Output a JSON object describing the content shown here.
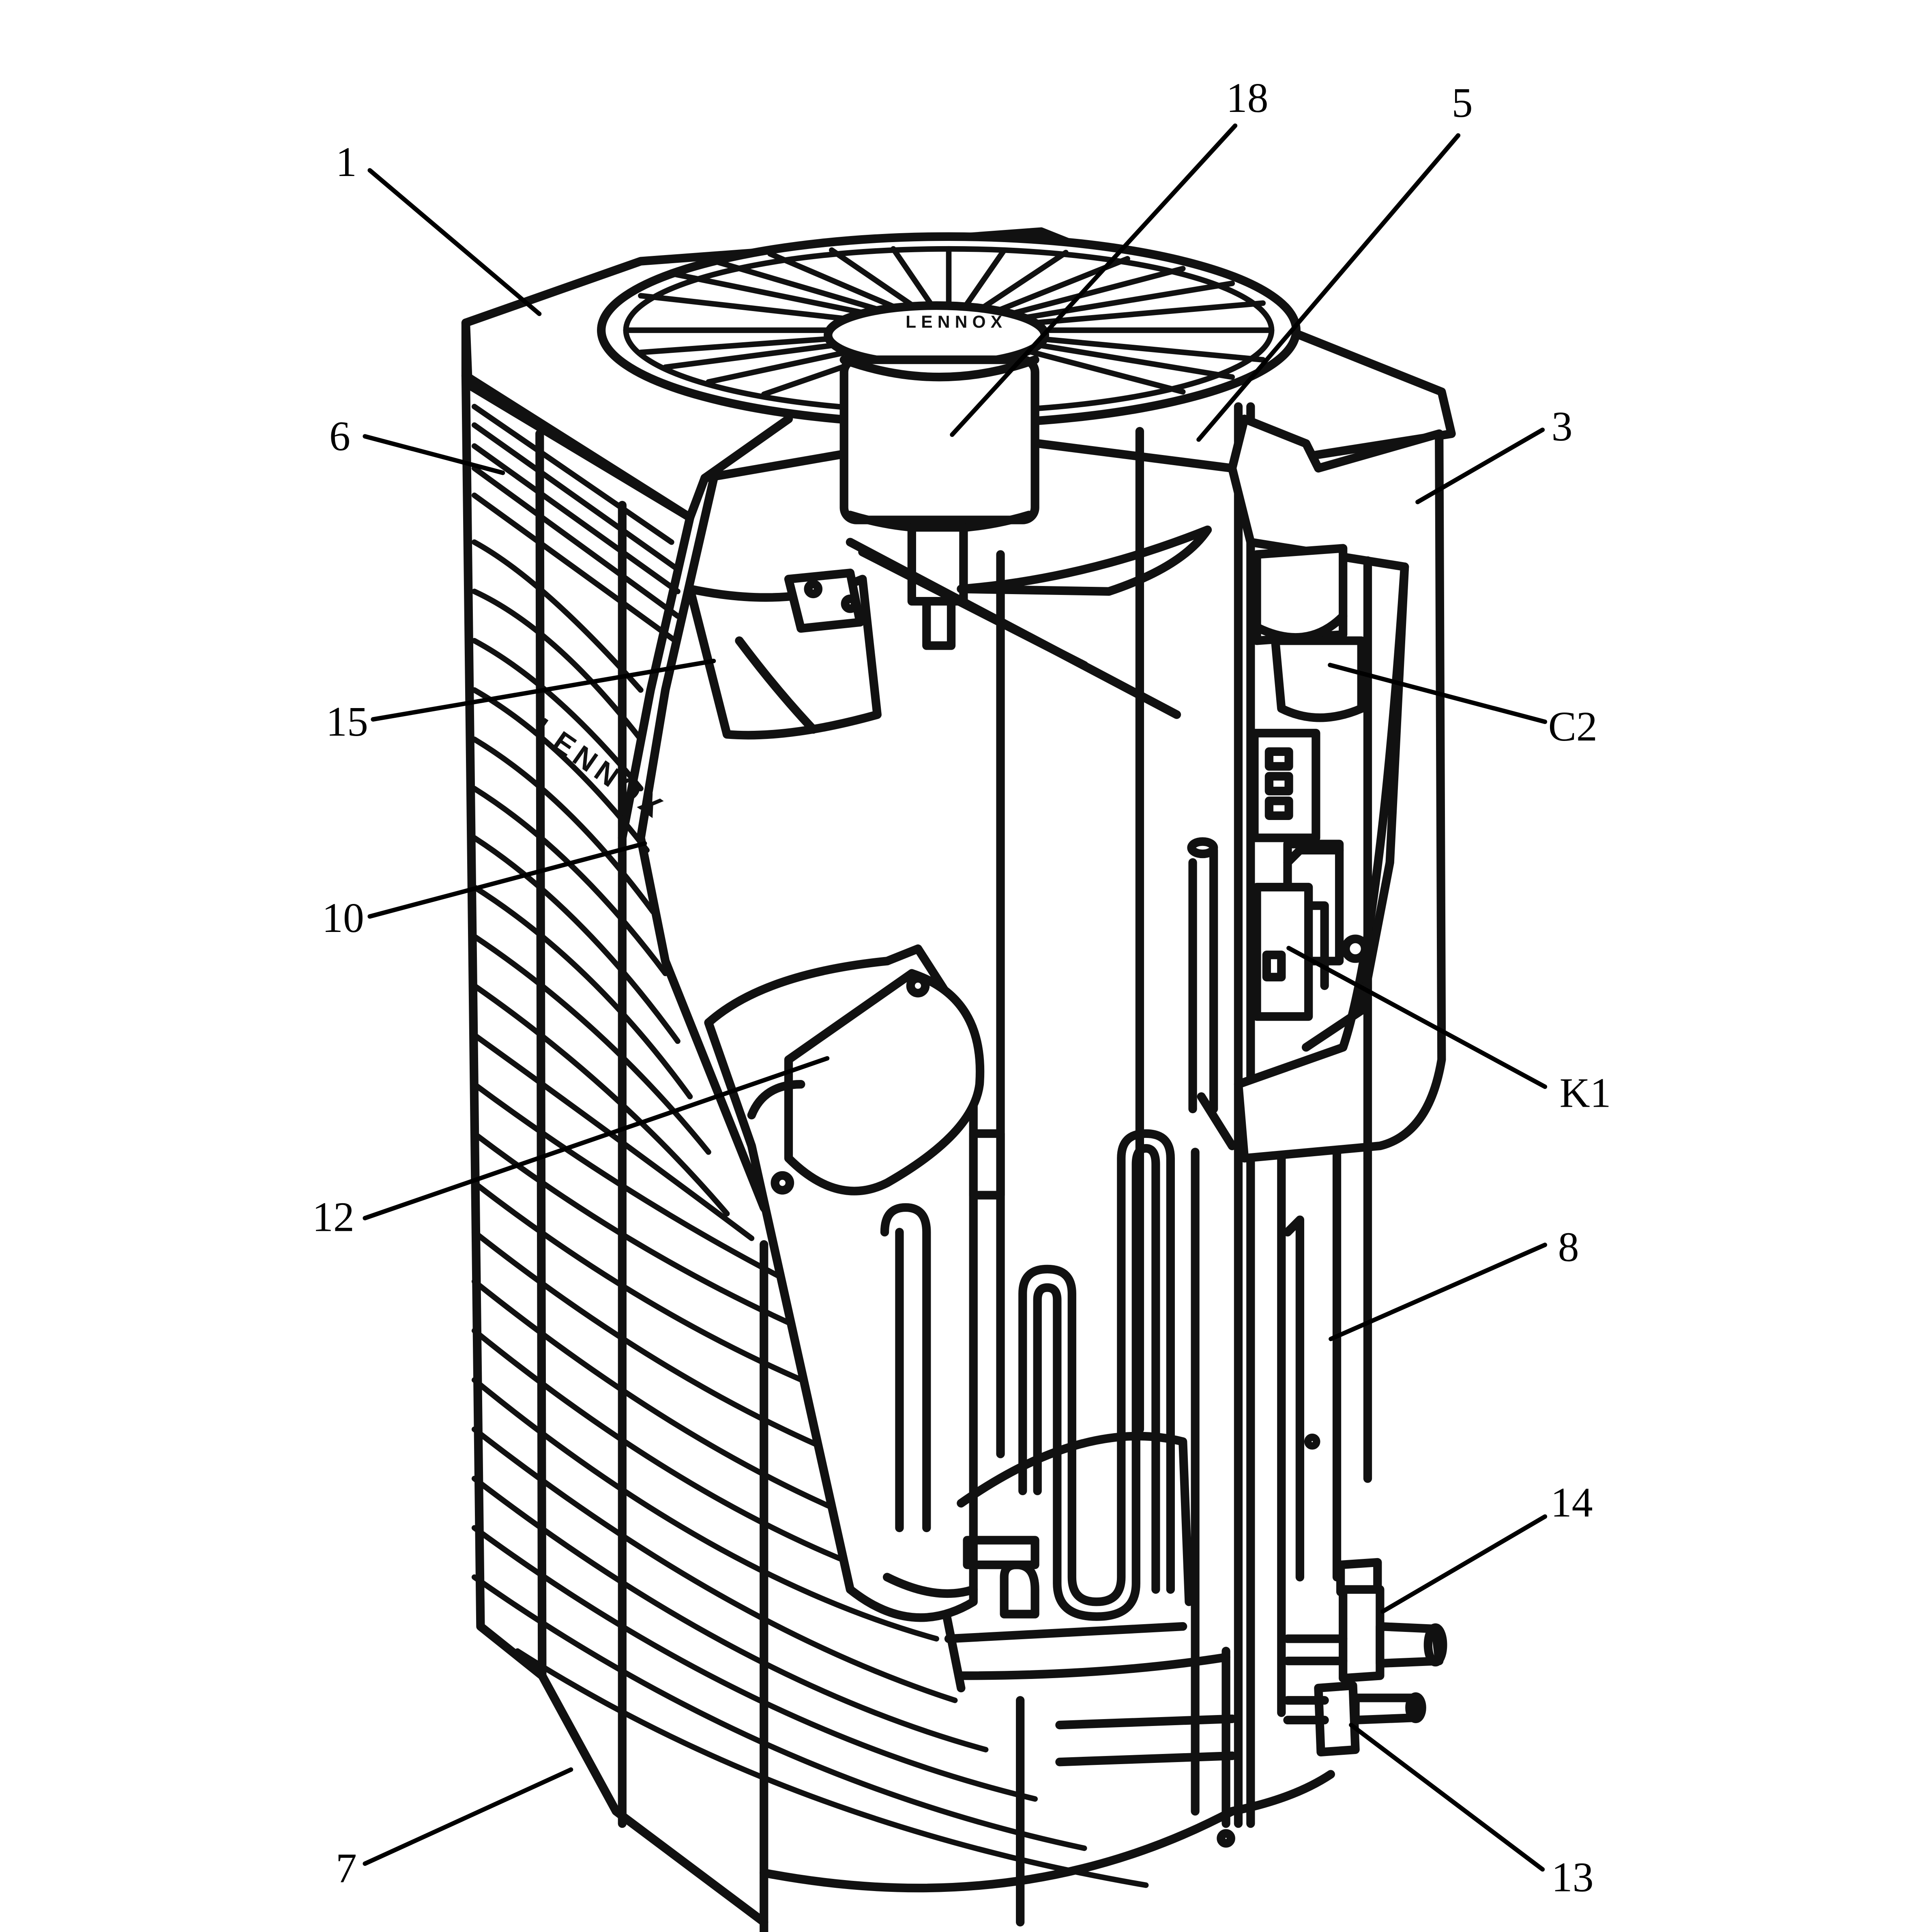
{
  "diagram": {
    "brand_logo": "LENNOX",
    "callouts": [
      {
        "id": "c1",
        "label": "1"
      },
      {
        "id": "c18",
        "label": "18"
      },
      {
        "id": "c5",
        "label": "5"
      },
      {
        "id": "c3",
        "label": "3"
      },
      {
        "id": "c6",
        "label": "6"
      },
      {
        "id": "c15",
        "label": "15"
      },
      {
        "id": "cC2",
        "label": "C2"
      },
      {
        "id": "c10",
        "label": "10"
      },
      {
        "id": "cK1",
        "label": "K1"
      },
      {
        "id": "c12",
        "label": "12"
      },
      {
        "id": "c8",
        "label": "8"
      },
      {
        "id": "c14",
        "label": "14"
      },
      {
        "id": "c7",
        "label": "7"
      },
      {
        "id": "c13",
        "label": "13"
      }
    ]
  }
}
